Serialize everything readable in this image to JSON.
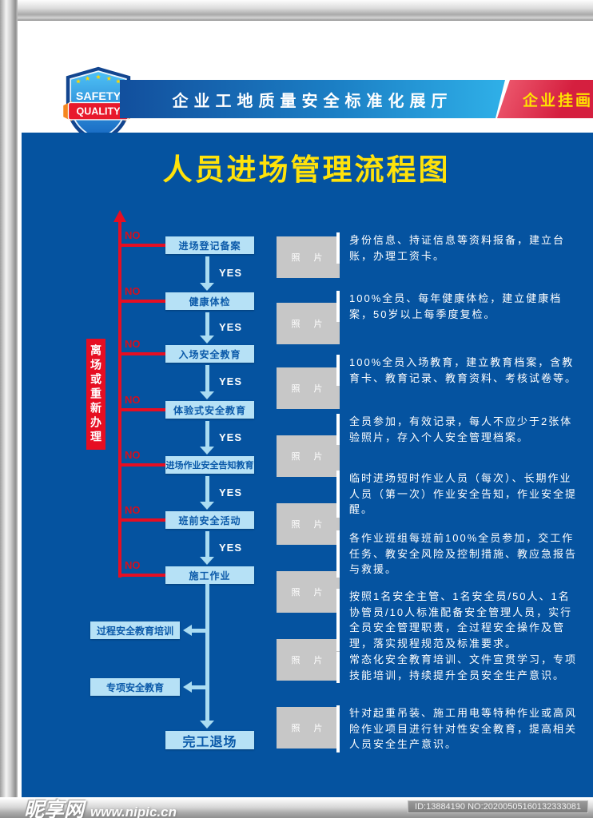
{
  "header": {
    "badge": {
      "top_label": "SAFETY",
      "bottom_label": "QUALITY"
    },
    "title": "企业工地质量安全标准化展厅",
    "tag": "企业挂画"
  },
  "poster": {
    "title": "人员进场管理流程图",
    "reject_label": "离场或重新办理",
    "yes_label": "YES",
    "no_label": "NO",
    "photo_placeholder": "照　片"
  },
  "flow": {
    "main_steps": [
      "进场登记备案",
      "健康体检",
      "入场安全教育",
      "体验式安全教育",
      "进场作业安全告知教育",
      "班前安全活动",
      "施工作业"
    ],
    "side_steps": [
      "过程安全教育培训",
      "专项安全教育"
    ],
    "end_step": "完工退场"
  },
  "descriptions": [
    "身份信息、持证信息等资料报备，建立台账，办理工资卡。",
    "100%全员、每年健康体检，建立健康档案，50岁以上每季度复检。",
    "100%全员入场教育，建立教育档案，含教育卡、教育记录、教育资料、考核试卷等。",
    "全员参加，有效记录，每人不应少于2张体验照片，存入个人安全管理档案。",
    "临时进场短时作业人员（每次）、长期作业人员（第一次）作业安全告知，作业安全提醒。",
    "各作业班组每班前100%全员参加，交工作任务、教安全风险及控制措施、教应急报告与救援。",
    "按照1名安全主管、1名安全员/50人、1名协管员/10人标准配备安全管理人员，实行全员安全管理职责，全过程安全操作及管理，落实规程规范及标准要求。",
    "常态化安全教育培训、文件宣贯学习，专项技能培训，持续提升全员安全生产意识。",
    "针对起重吊装、施工用电等特种作业或高风险作业项目进行针对性安全教育，提高相关人员安全生产意识。"
  ],
  "photos": {
    "count": 8
  },
  "footer": {
    "watermark_site": "昵享网",
    "watermark_url": "www.nipic.cn",
    "id_text": "ID:13884190 NO:20200505160132333081"
  },
  "colors": {
    "body_blue": "#0553a0",
    "box_blue": "#b6e1f6",
    "box_text_blue": "#0a59a9",
    "accent_red": "#e60e22",
    "title_yellow": "#ffe20a",
    "arrow_blue": "#aadcf2",
    "photo_gray": "#c7c7c7"
  }
}
